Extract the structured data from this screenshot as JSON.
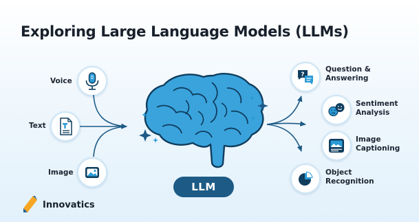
{
  "title": "Exploring Large Language Models (LLMs)",
  "inputs": [
    {
      "label": "Voice",
      "icon": "microphone-icon"
    },
    {
      "label": "Text",
      "icon": "document-icon"
    },
    {
      "label": "Image",
      "icon": "picture-icon"
    }
  ],
  "center": {
    "label": "LLM",
    "icon": "brain-icon"
  },
  "outputs": [
    {
      "label": "Question & Answering",
      "line1": "Question &",
      "line2": "Answering",
      "icon": "chat-bubbles-icon"
    },
    {
      "label": "Sentiment Analysis",
      "line1": "Sentiment",
      "line2": "Analysis",
      "icon": "emotion-faces-icon"
    },
    {
      "label": "Image Captioning",
      "line1": "Image",
      "line2": "Captioning",
      "icon": "captioned-image-icon"
    },
    {
      "label": "Object Recognition",
      "line1": "Object",
      "line2": "Recognition",
      "icon": "pie-chart-icon"
    }
  ],
  "brand": {
    "name": "Innovatics",
    "icon": "innovatics-logo-icon"
  },
  "colors": {
    "primary": "#1d5a86",
    "brain_fill": "#3aa3dc",
    "brain_outline": "#0f3d5e",
    "arrow": "#1d5a86",
    "sparkle": "#1d5a86",
    "logo_orange": "#f5a623",
    "logo_blue": "#1f5f9c",
    "background": "#e8f4fc"
  }
}
